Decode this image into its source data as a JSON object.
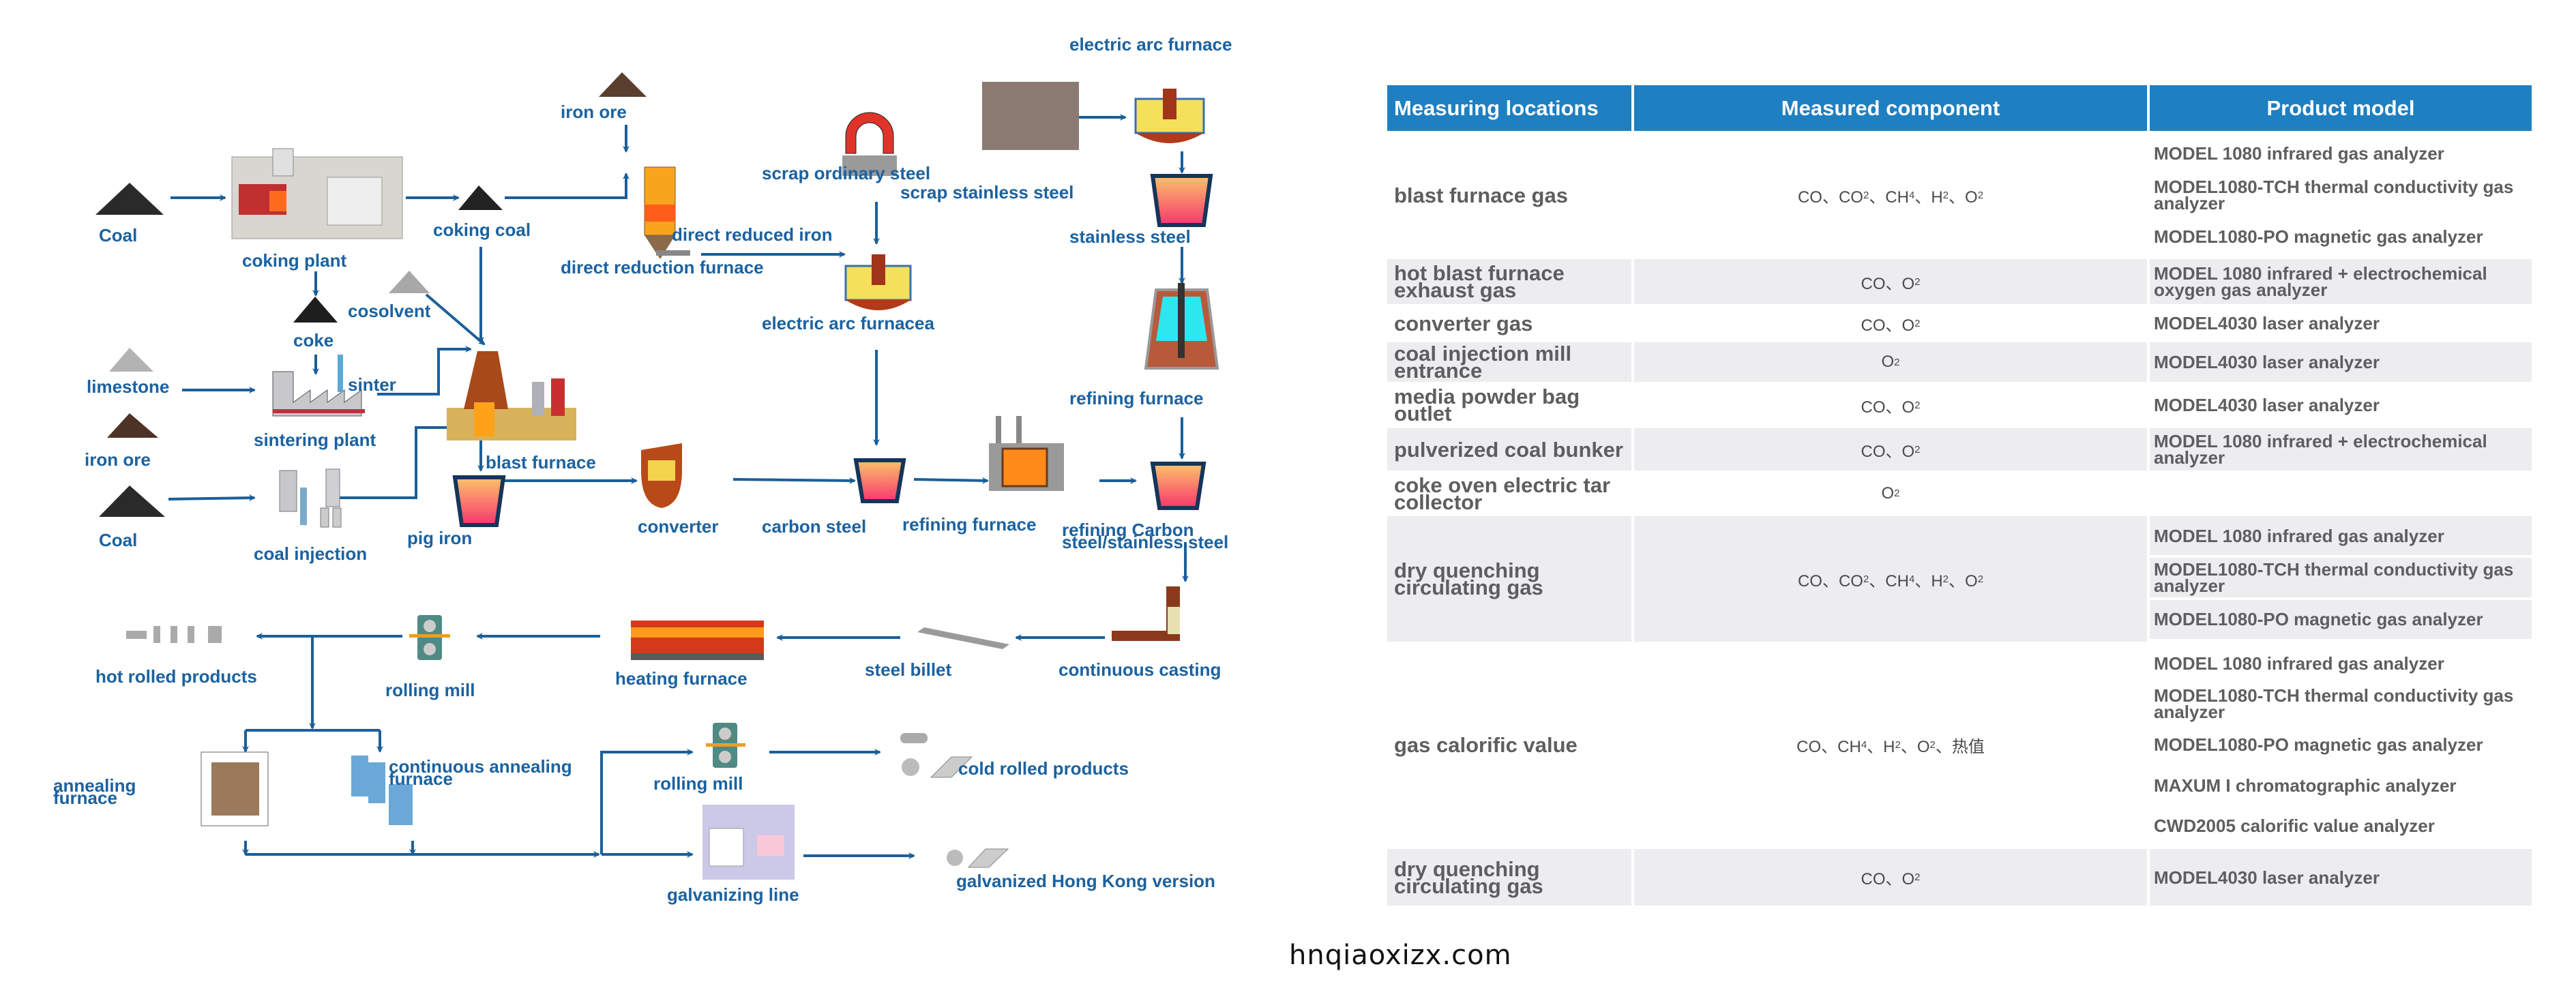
{
  "diagram": {
    "title": "Steel production process flow",
    "labels": {
      "coal_1": "Coal",
      "coking_plant": "coking plant",
      "coking_coal": "coking coal",
      "iron_ore_top": "iron ore",
      "direct_reduction_furnace": "direct reduction furnace",
      "direct_reduced_iron": "direct reduced iron",
      "scrap_ordinary_steel": "scrap ordinary steel",
      "scrap_stainless_steel": "scrap stainless steel",
      "electric_arc_furnace_top": "electric arc furnace",
      "electric_arc_furnacea": "electric arc furnacea",
      "stainless_steel": "stainless steel",
      "refining_furnace_right": "refining furnace",
      "coke": "coke",
      "cosolvent": "cosolvent",
      "limestone": "limestone",
      "sinter": "sinter",
      "sintering_plant": "sintering plant",
      "iron_ore_left": "iron ore",
      "coal_2": "Coal",
      "coal_injection": "coal injection",
      "blast_furnace": "blast furnace",
      "pig_iron": "pig iron",
      "converter": "converter",
      "carbon_steel": "carbon steel",
      "refining_furnace_mid": "refining furnace",
      "refining_carbon_stainless": "refining Carbon steel/stainless steel",
      "continuous_casting": "continuous casting",
      "steel_billet": "steel billet",
      "heating_furnace": "heating furnace",
      "rolling_mill_1": "rolling mill",
      "hot_rolled_products": "hot rolled products",
      "annealing_furnace": "annealing furnace",
      "continuous_annealing_furnace": "continuous annealing furnace",
      "rolling_mill_2": "rolling mill",
      "cold_rolled_products": "cold rolled products",
      "galvanizing_line": "galvanizing line",
      "galvanized_hk_version": "galvanized Hong Kong version"
    }
  },
  "table": {
    "headers": [
      "Measuring locations",
      "Measured component",
      "Product model"
    ],
    "rows": [
      {
        "location": "blast furnace gas",
        "component": "CO、CO₂、CH₄、H₂、O₂",
        "products": [
          "MODEL 1080 infrared gas analyzer",
          "MODEL1080-TCH thermal conductivity gas analyzer",
          "MODEL1080-PO magnetic gas analyzer"
        ]
      },
      {
        "location": "hot blast furnace exhaust gas",
        "component": "CO、O₂",
        "products": [
          "MODEL 1080 infrared + electrochemical oxygen gas analyzer"
        ]
      },
      {
        "location": "converter gas",
        "component": "CO、O₂",
        "products": [
          "MODEL4030 laser analyzer"
        ]
      },
      {
        "location": "coal injection mill entrance",
        "component": "O₂",
        "products": [
          "MODEL4030 laser analyzer"
        ]
      },
      {
        "location": "media powder bag outlet",
        "component": "CO、O₂",
        "products": [
          "MODEL4030 laser analyzer"
        ]
      },
      {
        "location": "pulverized coal bunker",
        "component": "CO、O₂",
        "products": [
          "MODEL 1080 infrared + electrochemical analyzer"
        ]
      },
      {
        "location": "coke oven electric tar collector",
        "component": "O₂",
        "products": [
          ""
        ]
      },
      {
        "location": "dry quenching circulating gas",
        "component": "CO、CO₂、CH₄、H₂、O₂",
        "products": [
          "MODEL 1080 infrared gas analyzer",
          "MODEL1080-TCH thermal conductivity gas analyzer",
          "MODEL1080-PO magnetic gas analyzer"
        ]
      },
      {
        "location": "gas calorific value",
        "component": "CO、CH₄、H₂、O₂、热值",
        "products": [
          "MODEL 1080 infrared gas analyzer",
          "MODEL1080-TCH thermal conductivity gas analyzer",
          "MODEL1080-PO magnetic gas analyzer",
          "MAXUM I chromatographic analyzer",
          "CWD2005 calorific value analyzer"
        ]
      },
      {
        "location": "dry quenching circulating gas",
        "component": "CO、O₂",
        "products": [
          "MODEL4030 laser analyzer"
        ]
      }
    ]
  },
  "footer": {
    "site": "hnqiaoxizx.com"
  },
  "colors": {
    "header_bg": "#1e7fc1",
    "label_blue": "#1b62a0",
    "row_alt_bg": "#ededef",
    "text_gray": "#5e5e60"
  }
}
